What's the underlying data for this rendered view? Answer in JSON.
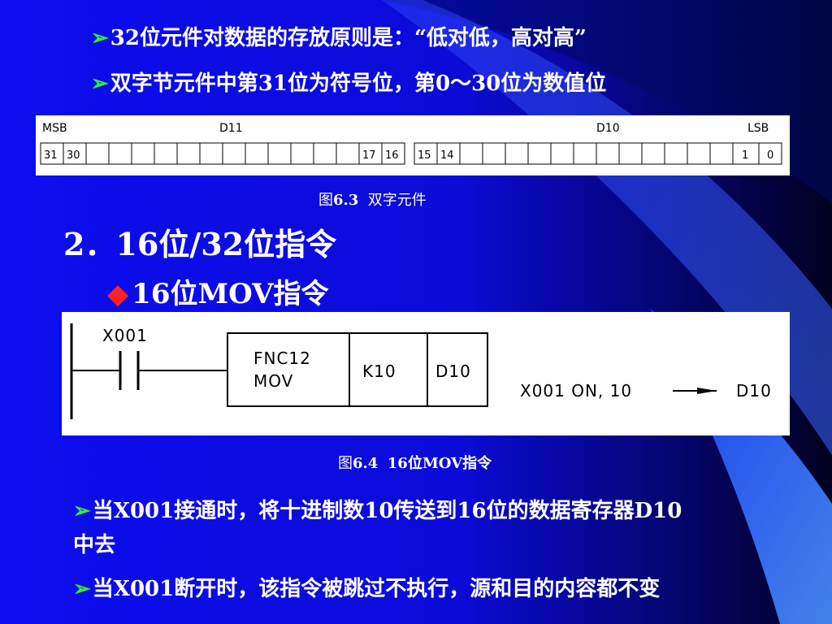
{
  "slide": {
    "bullet1": "32位元件对数据的存放原则是：“低对低，高对高”",
    "bullet2": "双字节元件中第31位为符号位，第0～30位为数值位",
    "fig1": {
      "msb": "MSB",
      "d11": "D11",
      "d10": "D10",
      "lsb": "LSB",
      "bits_left": [
        "31",
        "30"
      ],
      "bits_mid_l": [
        "17",
        "16"
      ],
      "bits_mid_r": [
        "15",
        "14"
      ],
      "bits_right": [
        "1",
        "0"
      ],
      "caption_prefix": "图",
      "caption_num": "6.3",
      "caption_text": "双字元件"
    },
    "heading": "2．16位/32位指令",
    "subheading": "16位MOV指令",
    "fig2": {
      "contact": "X001",
      "fnc": "FNC12",
      "mov": "MOV",
      "src": "K10",
      "dst": "D10",
      "desc_left": "X001 ON, 10",
      "desc_right": "D10",
      "caption_prefix": "图",
      "caption_num": "6.4",
      "caption_text": "16位MOV指令"
    },
    "bullet3_line1": "当X001接通时，将十进制数10传送到16位的数据寄存器D10",
    "bullet3_line2": "中去",
    "bullet4": "当X001断开时，该指令被跳过不执行，源和目的内容都不变"
  },
  "colors": {
    "background": "#0d0df0",
    "bullet_green": "#33ee33",
    "bullet_red": "#ff2222",
    "text": "#ffffff"
  },
  "icons": {
    "arrow_bullet": "arrow-bullet-icon",
    "diamond_bullet": "diamond-bullet-icon"
  }
}
